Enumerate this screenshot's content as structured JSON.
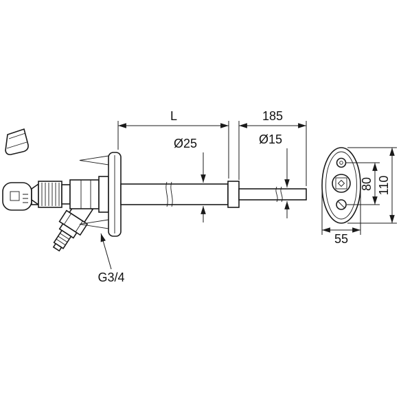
{
  "drawing": {
    "background": "#ffffff",
    "line_color": "#1a1a1a",
    "labels": {
      "length_L": "L",
      "extension_length": "185",
      "outer_diameter": "Ø25",
      "inner_diameter": "Ø15",
      "screw_spacing": "80",
      "plate_height": "110",
      "plate_width": "55",
      "outlet_thread": "G3/4"
    }
  }
}
